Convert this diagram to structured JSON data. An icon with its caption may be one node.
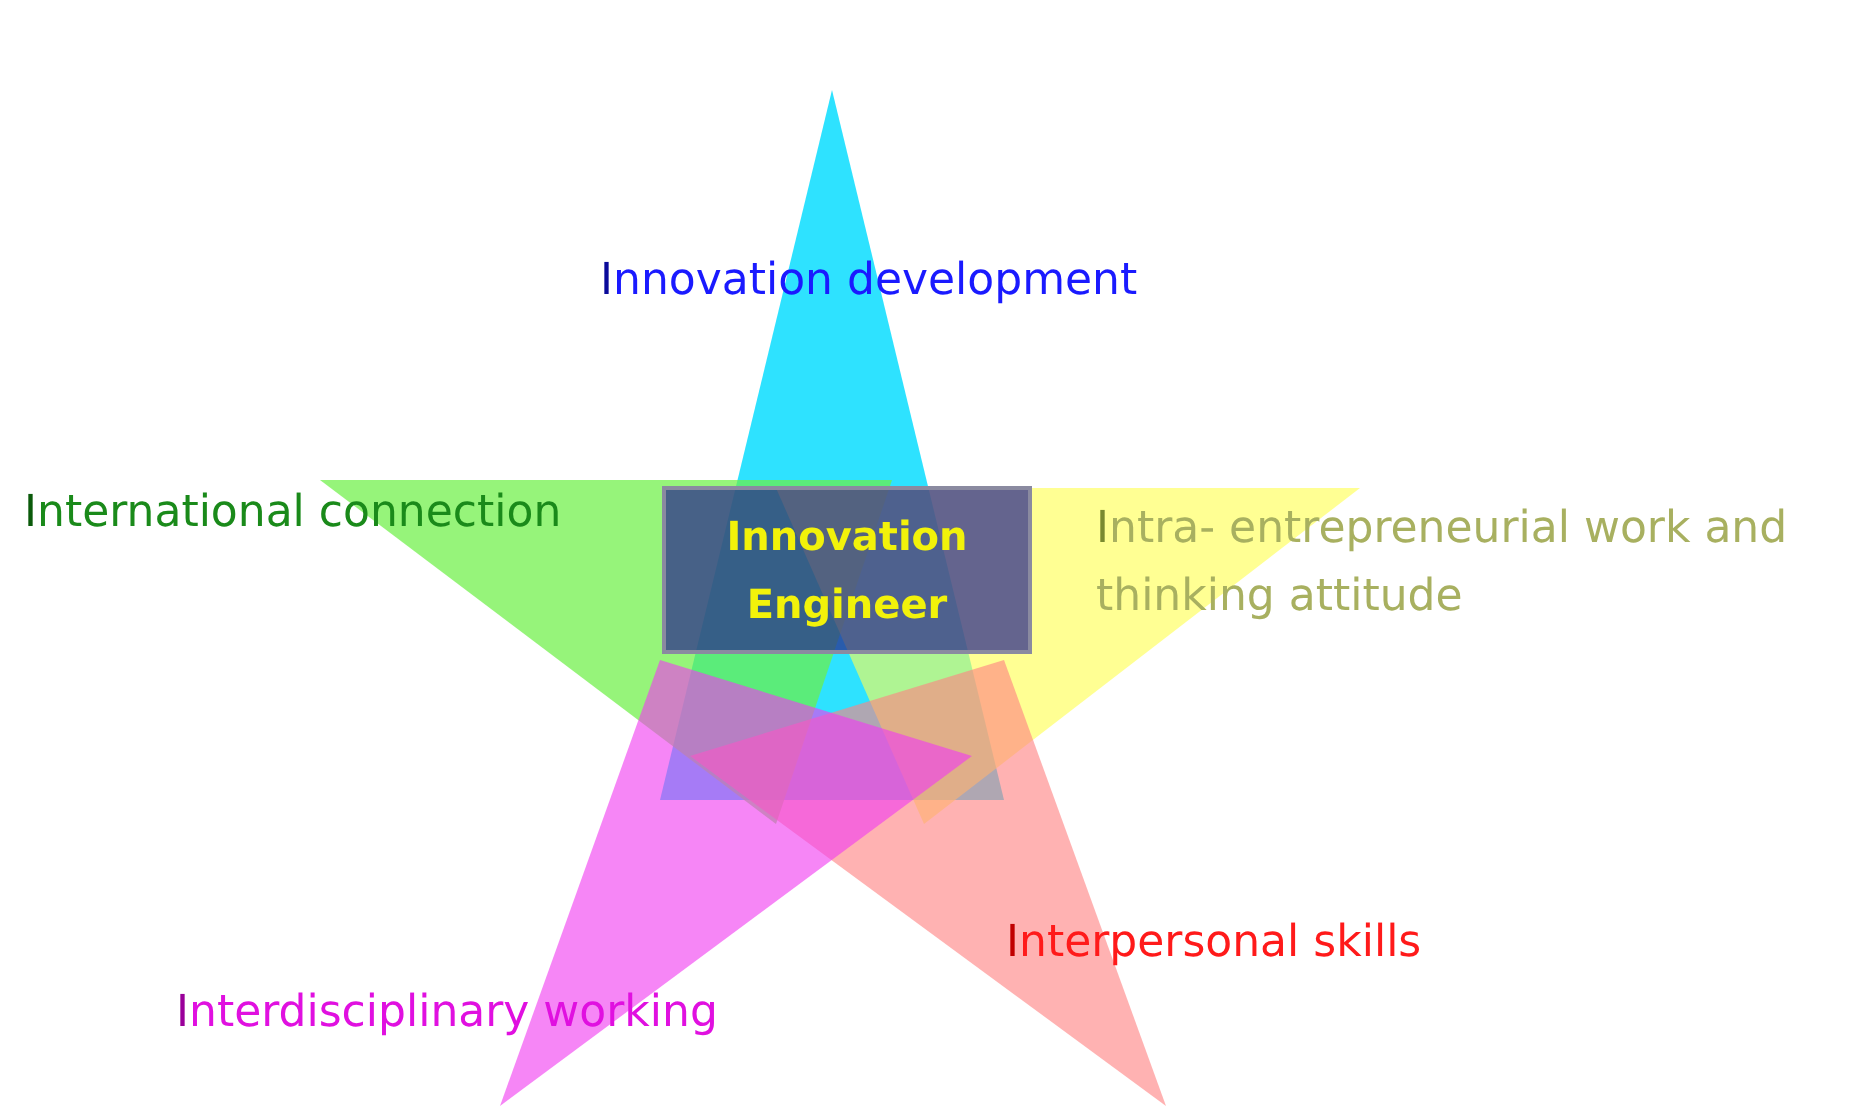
{
  "diagram": {
    "nodes": [
      {
        "text": [
          "Innovation development"
        ]
      },
      {
        "text": [
          "International connection"
        ]
      },
      {
        "text": [
          "Innovation Engineer"
        ]
      },
      {
        "text": [
          "Intra- entrepreneurial work and thinking attitude"
        ]
      },
      {
        "text": [
          "Interpersonal skills"
        ]
      },
      {
        "text": [
          "Interdisciplinary working"
        ]
      }
    ]
  }
}
